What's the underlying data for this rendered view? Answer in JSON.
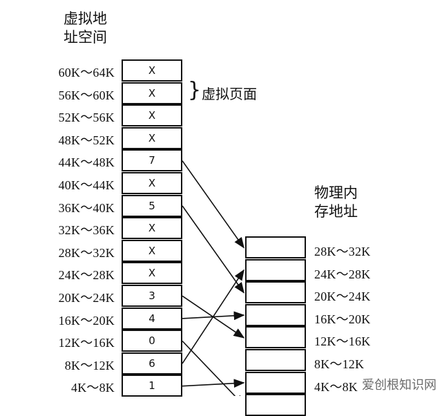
{
  "virtual_title": [
    "虚拟地",
    "址空间"
  ],
  "physical_title": [
    "物理内",
    "存地址"
  ],
  "brace_label": "虚拟页面",
  "virtual_pages": [
    {
      "range": "60K～64K",
      "frame": "X"
    },
    {
      "range": "56K～60K",
      "frame": "X"
    },
    {
      "range": "52K～56K",
      "frame": "X"
    },
    {
      "range": "48K～52K",
      "frame": "X"
    },
    {
      "range": "44K～48K",
      "frame": "7"
    },
    {
      "range": "40K～44K",
      "frame": "X"
    },
    {
      "range": "36K～40K",
      "frame": "5"
    },
    {
      "range": "32K～36K",
      "frame": "X"
    },
    {
      "range": "28K～32K",
      "frame": "X"
    },
    {
      "range": "24K～28K",
      "frame": "X"
    },
    {
      "range": "20K～24K",
      "frame": "3"
    },
    {
      "range": "16K～20K",
      "frame": "4"
    },
    {
      "range": "12K～16K",
      "frame": "0"
    },
    {
      "range": "8K～12K",
      "frame": "6"
    },
    {
      "range": "4K～8K",
      "frame": "1"
    }
  ],
  "physical_frames": [
    {
      "range": "28K～32K"
    },
    {
      "range": "24K～28K"
    },
    {
      "range": "20K～24K"
    },
    {
      "range": "16K～20K"
    },
    {
      "range": "12K～16K"
    },
    {
      "range": "8K～12K"
    },
    {
      "range": "4K～8K"
    }
  ],
  "watermark": "爱创根知识网"
}
